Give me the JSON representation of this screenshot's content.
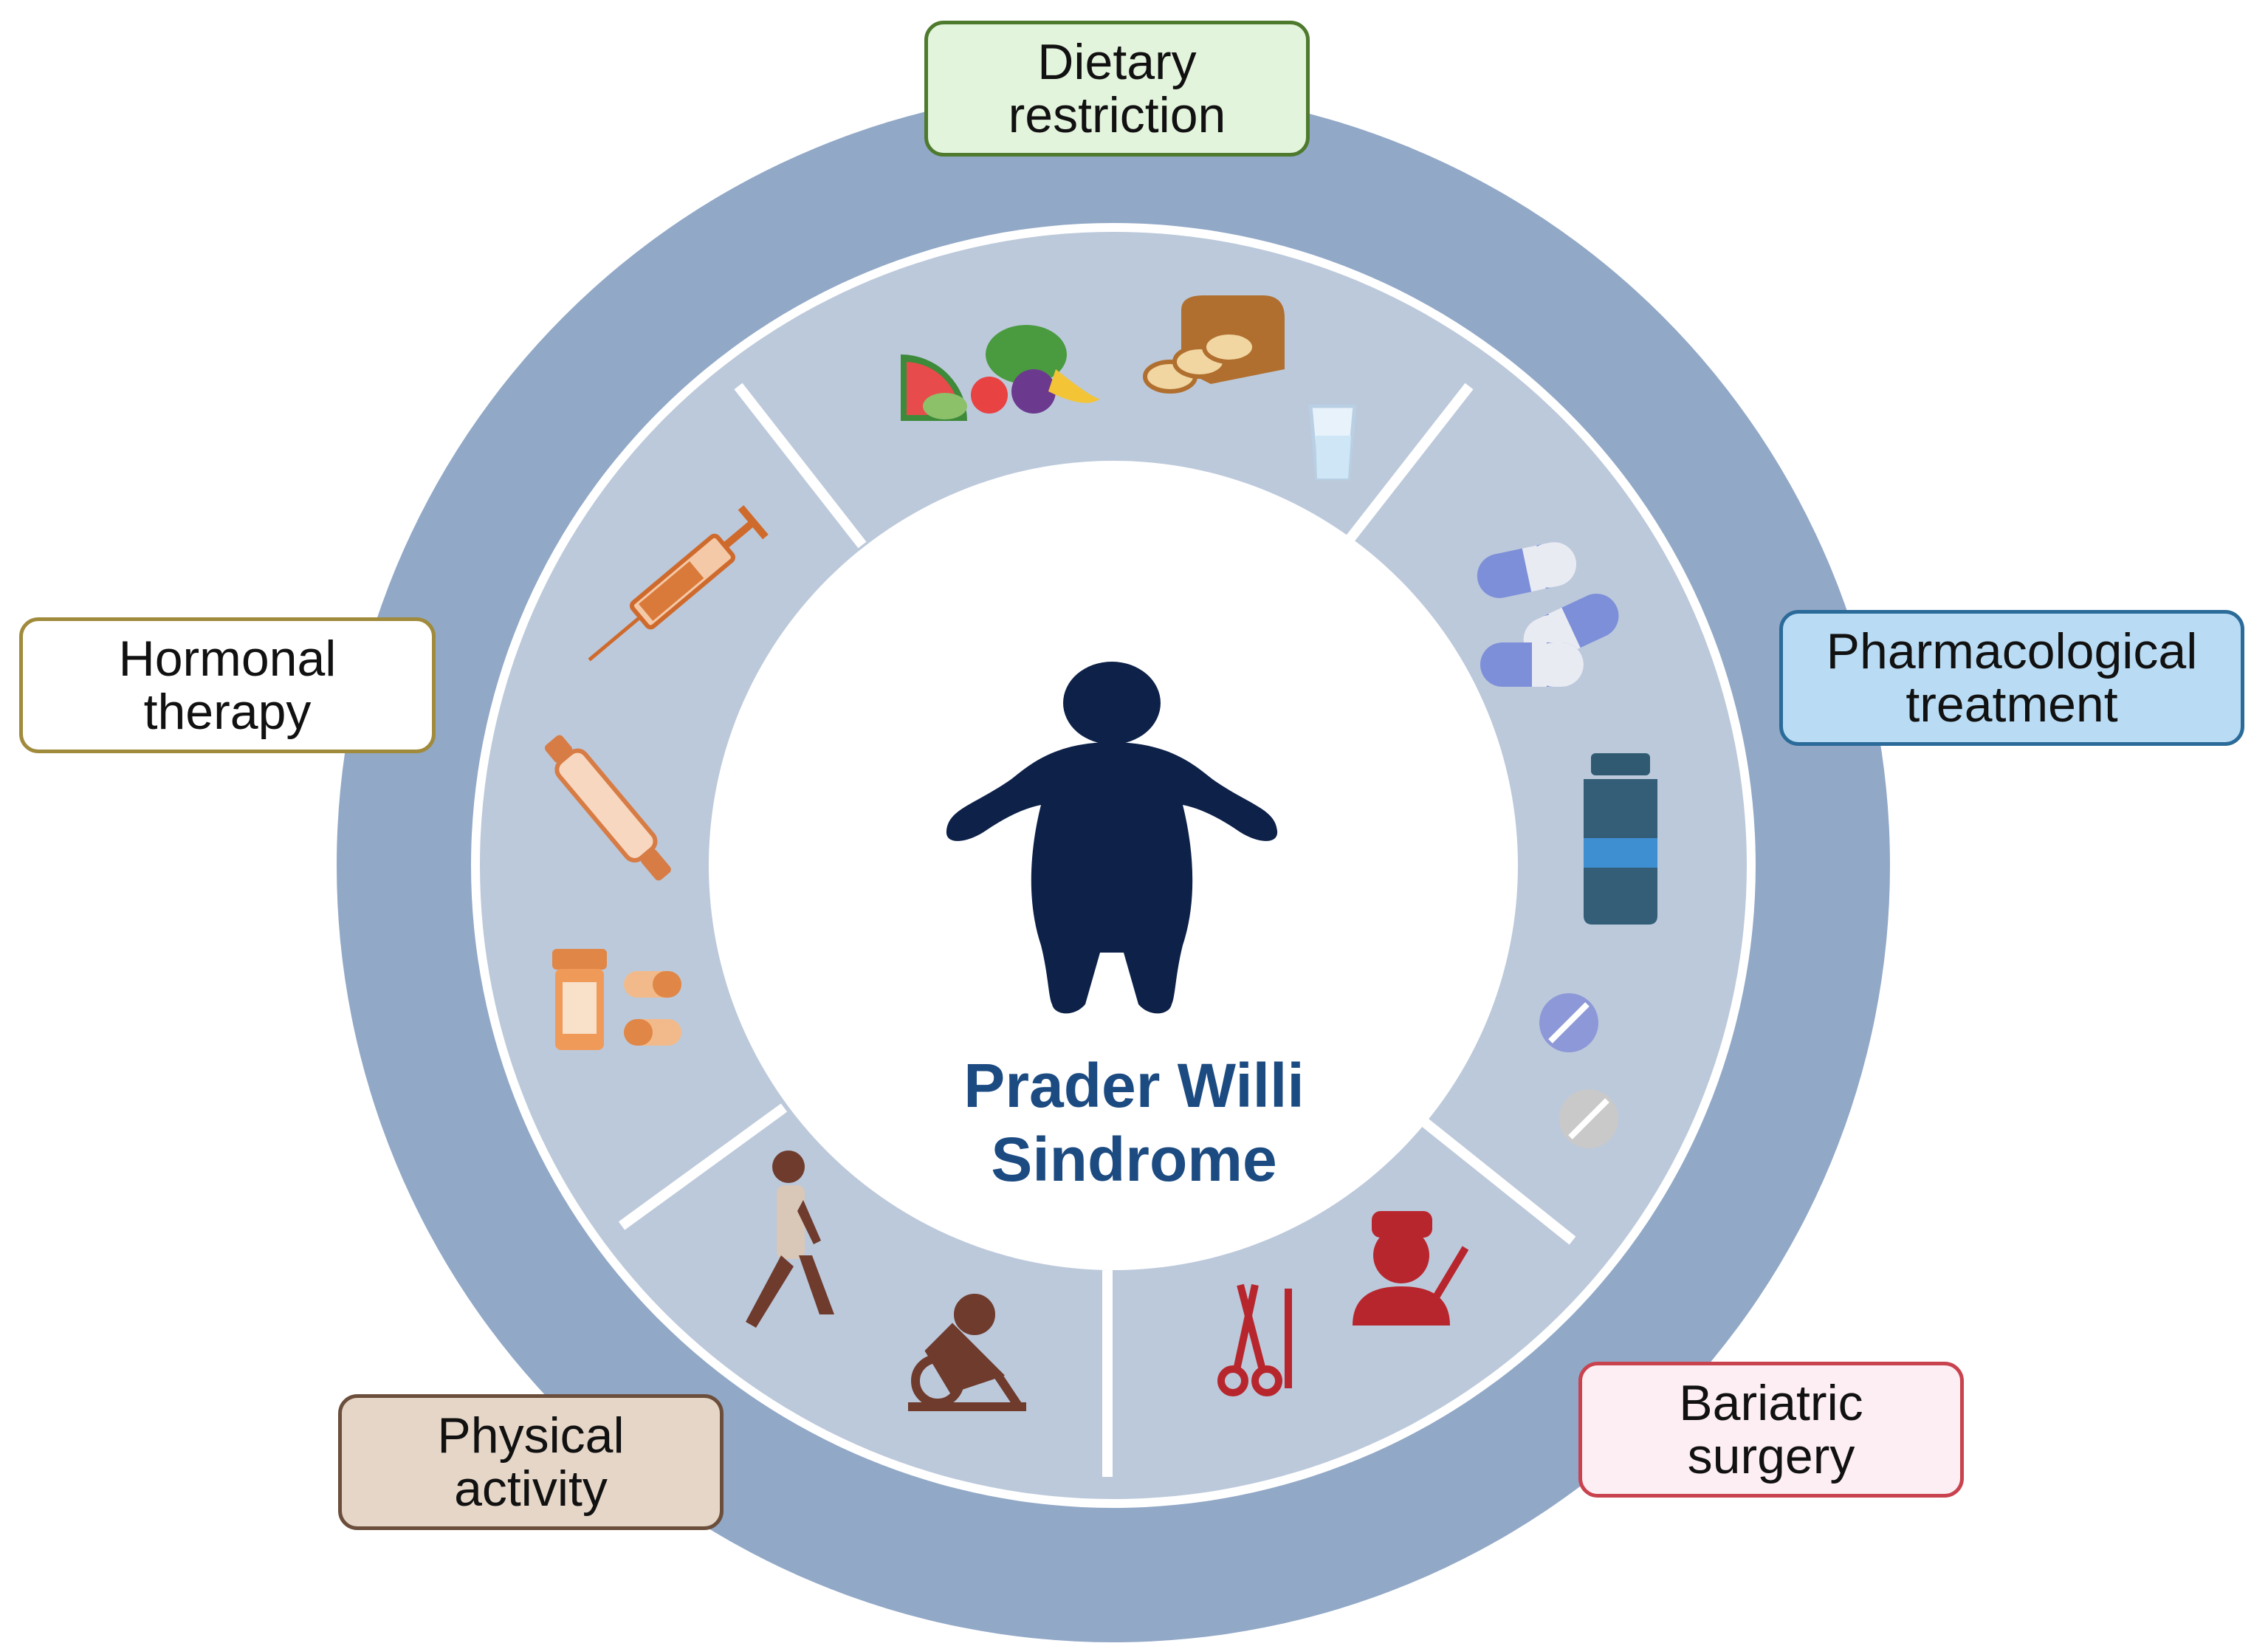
{
  "center": {
    "title_line1": "Prader Willi",
    "title_line2": "Sindrome"
  },
  "treatments": [
    {
      "line1": "Dietary",
      "line2": "restriction",
      "fill": "#e3f4dd",
      "border": "#4e7a2e"
    },
    {
      "line1": "Pharmacological",
      "line2": "treatment",
      "fill": "#b9dcf4",
      "border": "#2b6b99"
    },
    {
      "line1": "Bariatric",
      "line2": "surgery",
      "fill": "#fdeef3",
      "border": "#c9434f"
    },
    {
      "line1": "Physical",
      "line2": "activity",
      "fill": "#e6d6c8",
      "border": "#6b4e3b"
    },
    {
      "line1": "Hormonal",
      "line2": "therapy",
      "fill": "#ffffff",
      "border": "#a08a3b"
    }
  ],
  "colors": {
    "outer_ring": "#91a8c7",
    "inner_ring": "#bcc9db",
    "divider": "#ffffff",
    "figure": "#0d2149",
    "center_text": "#1c4b82"
  },
  "icons": [
    "fruits-vegetables-icon",
    "bread-icon",
    "water-glass-icon",
    "capsule-pills-icon",
    "medicine-bottle-icon",
    "tablet-pills-icon",
    "surgeon-icon",
    "surgical-tools-icon",
    "walking-person-icon",
    "exercise-bike-icon",
    "syringe-icon",
    "injection-pen-icon",
    "pill-bottle-icon"
  ]
}
